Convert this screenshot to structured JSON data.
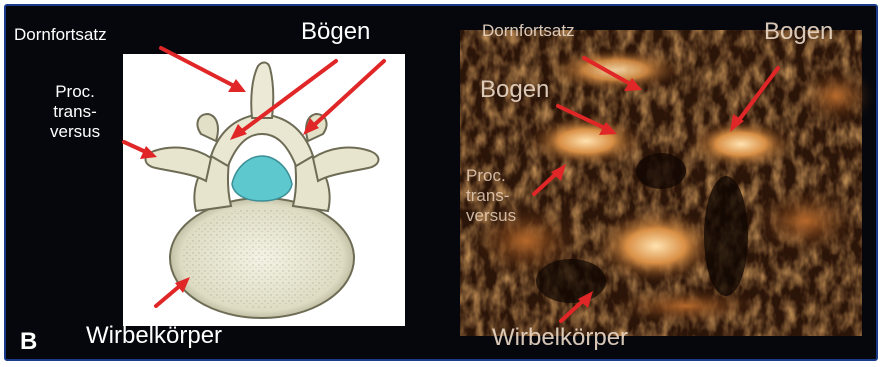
{
  "panel_letter": "B",
  "left_panel": {
    "labels": {
      "dornfortsatz": "Dornfortsatz",
      "boegen": "Bögen",
      "proc_line1": "Proc.",
      "proc_line2": "trans-",
      "proc_line3": "versus",
      "wirbelkoerper": "Wirbelkörper"
    }
  },
  "right_panel": {
    "labels": {
      "dornfortsatz": "Dornfortsatz",
      "bogen_top": "Bogen",
      "bogen_left": "Bogen",
      "proc_line1": "Proc.",
      "proc_line2": "trans-",
      "proc_line3": "versus",
      "wirbelkoerper": "Wirbelkörper"
    }
  },
  "colors": {
    "frame_border": "#1c3a8a",
    "background": "#05070c",
    "arrow": "#e02626",
    "canal": "#5ec8cf",
    "bone": "#e9e7d2",
    "ultrasound_bright": "#f2c487"
  }
}
